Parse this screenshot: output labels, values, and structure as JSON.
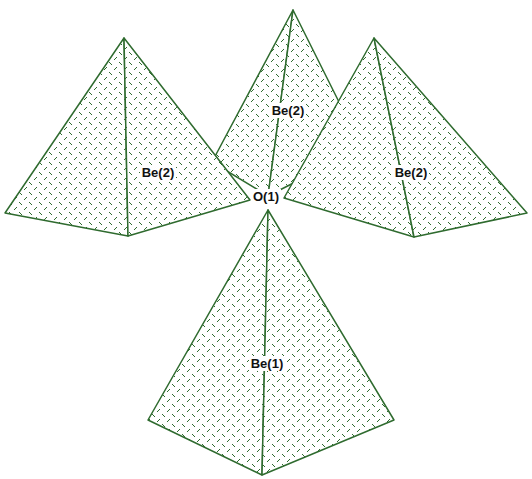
{
  "diagram": {
    "nodes": [
      {
        "text": [
          "Be(2)"
        ]
      },
      {
        "text": [
          "Be(2)"
        ]
      },
      {
        "text": [
          "Be(2)"
        ]
      },
      {
        "text": [
          "Be(1)"
        ]
      }
    ],
    "labels": [
      "O(1)"
    ]
  }
}
